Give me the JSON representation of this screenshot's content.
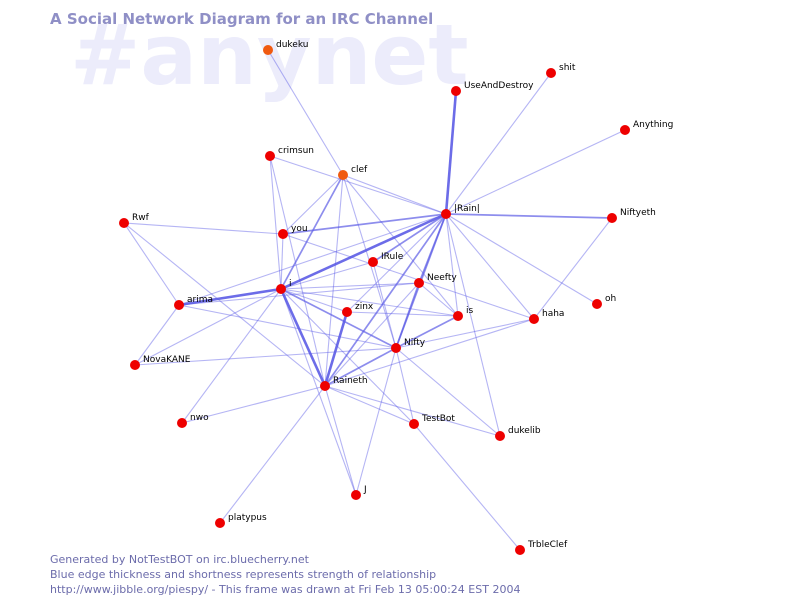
{
  "diagram": {
    "title": "A Social Network Diagram for an IRC Channel",
    "channel_watermark": "#anynet",
    "footer": {
      "line1": "Generated by NotTestBOT on irc.bluecherry.net",
      "line2": "Blue edge thickness and shortness represents strength of relationship",
      "line3": "http://www.jibble.org/piespy/ - This frame was drawn at Fri Feb 13 05:00:24 EST 2004"
    },
    "colors": {
      "node": "#ee0000",
      "node_recent": "#f05a10",
      "edge": "#5c5ce6",
      "title": "#8f8fc6",
      "watermark": "#ececfb",
      "footer": "#6c6cab"
    },
    "nodes": [
      {
        "id": "dukeku",
        "label": "dukeku",
        "recent": true
      },
      {
        "id": "shit",
        "label": "shit"
      },
      {
        "id": "UseAndDestroy",
        "label": "UseAndDestroy"
      },
      {
        "id": "Anything",
        "label": "Anything"
      },
      {
        "id": "crimsun",
        "label": "crimsun"
      },
      {
        "id": "clef",
        "label": "clef",
        "recent": true
      },
      {
        "id": "Rain",
        "label": "|Rain|"
      },
      {
        "id": "Niftyeth",
        "label": "Niftyeth"
      },
      {
        "id": "Rwf",
        "label": "Rwf"
      },
      {
        "id": "you",
        "label": "you"
      },
      {
        "id": "IRule",
        "label": "IRule"
      },
      {
        "id": "i",
        "label": "i"
      },
      {
        "id": "Neefty",
        "label": "Neefty"
      },
      {
        "id": "arima",
        "label": "arima"
      },
      {
        "id": "zinx",
        "label": "zinx"
      },
      {
        "id": "is",
        "label": "is"
      },
      {
        "id": "haha",
        "label": "haha"
      },
      {
        "id": "oh",
        "label": "oh"
      },
      {
        "id": "Nifty",
        "label": "Nifty"
      },
      {
        "id": "NovaKANE",
        "label": "NovaKANE"
      },
      {
        "id": "Raineth",
        "label": "Raineth"
      },
      {
        "id": "nwo",
        "label": "nwo"
      },
      {
        "id": "TestBot",
        "label": "TestBot"
      },
      {
        "id": "dukelib",
        "label": "dukelib"
      },
      {
        "id": "J",
        "label": "J"
      },
      {
        "id": "platypus",
        "label": "platypus"
      },
      {
        "id": "TrbleClef",
        "label": "TrbleClef"
      }
    ],
    "edges": [
      {
        "from": "dukeku",
        "to": "clef",
        "weight": 1
      },
      {
        "from": "UseAndDestroy",
        "to": "Rain",
        "weight": 3
      },
      {
        "from": "shit",
        "to": "Rain",
        "weight": 1
      },
      {
        "from": "Anything",
        "to": "Rain",
        "weight": 1
      },
      {
        "from": "Rain",
        "to": "Niftyeth",
        "weight": 2
      },
      {
        "from": "Rain",
        "to": "you",
        "weight": 2
      },
      {
        "from": "Rain",
        "to": "clef",
        "weight": 1
      },
      {
        "from": "Rain",
        "to": "i",
        "weight": 3
      },
      {
        "from": "Rain",
        "to": "IRule",
        "weight": 2
      },
      {
        "from": "Rain",
        "to": "Neefty",
        "weight": 2
      },
      {
        "from": "Rain",
        "to": "Nifty",
        "weight": 2
      },
      {
        "from": "Rain",
        "to": "Raineth",
        "weight": 2
      },
      {
        "from": "Rain",
        "to": "is",
        "weight": 1
      },
      {
        "from": "Rain",
        "to": "haha",
        "weight": 1
      },
      {
        "from": "Rain",
        "to": "oh",
        "weight": 1
      },
      {
        "from": "Rain",
        "to": "dukelib",
        "weight": 1
      },
      {
        "from": "Rain",
        "to": "zinx",
        "weight": 1
      },
      {
        "from": "Rain",
        "to": "arima",
        "weight": 1
      },
      {
        "from": "crimsun",
        "to": "Rain",
        "weight": 1
      },
      {
        "from": "crimsun",
        "to": "i",
        "weight": 1
      },
      {
        "from": "crimsun",
        "to": "Raineth",
        "weight": 1
      },
      {
        "from": "clef",
        "to": "you",
        "weight": 1
      },
      {
        "from": "clef",
        "to": "i",
        "weight": 2
      },
      {
        "from": "clef",
        "to": "Nifty",
        "weight": 1
      },
      {
        "from": "clef",
        "to": "is",
        "weight": 1
      },
      {
        "from": "clef",
        "to": "Raineth",
        "weight": 1
      },
      {
        "from": "Rwf",
        "to": "you",
        "weight": 1
      },
      {
        "from": "Rwf",
        "to": "arima",
        "weight": 1
      },
      {
        "from": "Rwf",
        "to": "Raineth",
        "weight": 1
      },
      {
        "from": "you",
        "to": "i",
        "weight": 1
      },
      {
        "from": "you",
        "to": "haha",
        "weight": 1
      },
      {
        "from": "IRule",
        "to": "i",
        "weight": 1
      },
      {
        "from": "IRule",
        "to": "Nifty",
        "weight": 1
      },
      {
        "from": "i",
        "to": "arima",
        "weight": 3
      },
      {
        "from": "i",
        "to": "Neefty",
        "weight": 1
      },
      {
        "from": "i",
        "to": "zinx",
        "weight": 1
      },
      {
        "from": "i",
        "to": "is",
        "weight": 1
      },
      {
        "from": "i",
        "to": "Nifty",
        "weight": 2
      },
      {
        "from": "i",
        "to": "Raineth",
        "weight": 3
      },
      {
        "from": "i",
        "to": "nwo",
        "weight": 1
      },
      {
        "from": "i",
        "to": "NovaKANE",
        "weight": 1
      },
      {
        "from": "i",
        "to": "TestBot",
        "weight": 1
      },
      {
        "from": "i",
        "to": "J",
        "weight": 1
      },
      {
        "from": "Neefty",
        "to": "Nifty",
        "weight": 2
      },
      {
        "from": "Neefty",
        "to": "Raineth",
        "weight": 1
      },
      {
        "from": "Neefty",
        "to": "is",
        "weight": 1
      },
      {
        "from": "Neefty",
        "to": "arima",
        "weight": 1
      },
      {
        "from": "arima",
        "to": "NovaKANE",
        "weight": 1
      },
      {
        "from": "arima",
        "to": "Nifty",
        "weight": 1
      },
      {
        "from": "zinx",
        "to": "Raineth",
        "weight": 3
      },
      {
        "from": "zinx",
        "to": "is",
        "weight": 1
      },
      {
        "from": "is",
        "to": "Nifty",
        "weight": 2
      },
      {
        "from": "haha",
        "to": "Nifty",
        "weight": 1
      },
      {
        "from": "haha",
        "to": "Raineth",
        "weight": 1
      },
      {
        "from": "Niftyeth",
        "to": "haha",
        "weight": 1
      },
      {
        "from": "Nifty",
        "to": "Raineth",
        "weight": 2
      },
      {
        "from": "Nifty",
        "to": "J",
        "weight": 1
      },
      {
        "from": "Nifty",
        "to": "TestBot",
        "weight": 1
      },
      {
        "from": "Nifty",
        "to": "dukelib",
        "weight": 1
      },
      {
        "from": "NovaKANE",
        "to": "Nifty",
        "weight": 1
      },
      {
        "from": "Raineth",
        "to": "TestBot",
        "weight": 1
      },
      {
        "from": "Raineth",
        "to": "nwo",
        "weight": 1
      },
      {
        "from": "Raineth",
        "to": "platypus",
        "weight": 1
      },
      {
        "from": "Raineth",
        "to": "J",
        "weight": 1
      },
      {
        "from": "Raineth",
        "to": "dukelib",
        "weight": 1
      },
      {
        "from": "TestBot",
        "to": "TrbleClef",
        "weight": 1
      }
    ]
  }
}
